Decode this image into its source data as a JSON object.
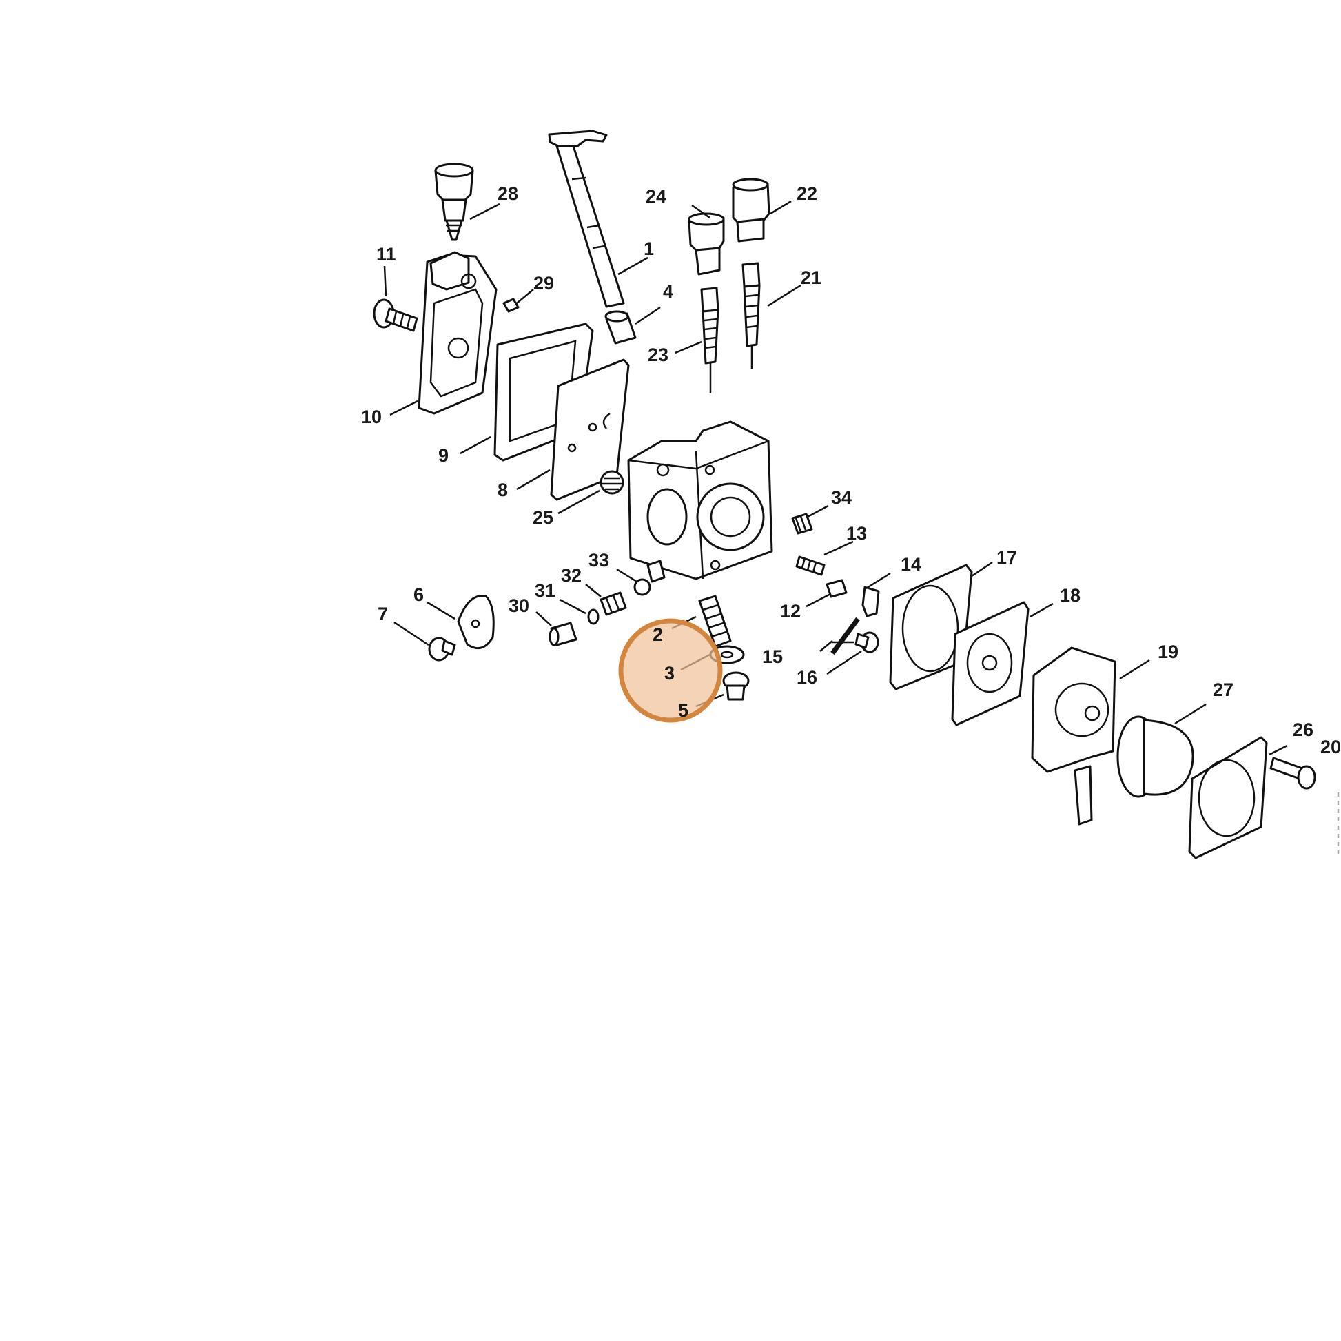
{
  "highlight_color": "#d4863f",
  "highlighted_part": "3",
  "callouts": {
    "p1": "1",
    "p2": "2",
    "p3": "3",
    "p4": "4",
    "p5": "5",
    "p6": "6",
    "p7": "7",
    "p8": "8",
    "p9": "9",
    "p10": "10",
    "p11": "11",
    "p12": "12",
    "p13": "13",
    "p14": "14",
    "p15": "15",
    "p16": "16",
    "p17": "17",
    "p18": "18",
    "p19": "19",
    "p20": "20",
    "p21": "21",
    "p22": "22",
    "p23": "23",
    "p24": "24",
    "p25": "25",
    "p26": "26",
    "p27": "27",
    "p28": "28",
    "p29": "29",
    "p30": "30",
    "p31": "31",
    "p32": "32",
    "p33": "33",
    "p34": "34"
  }
}
